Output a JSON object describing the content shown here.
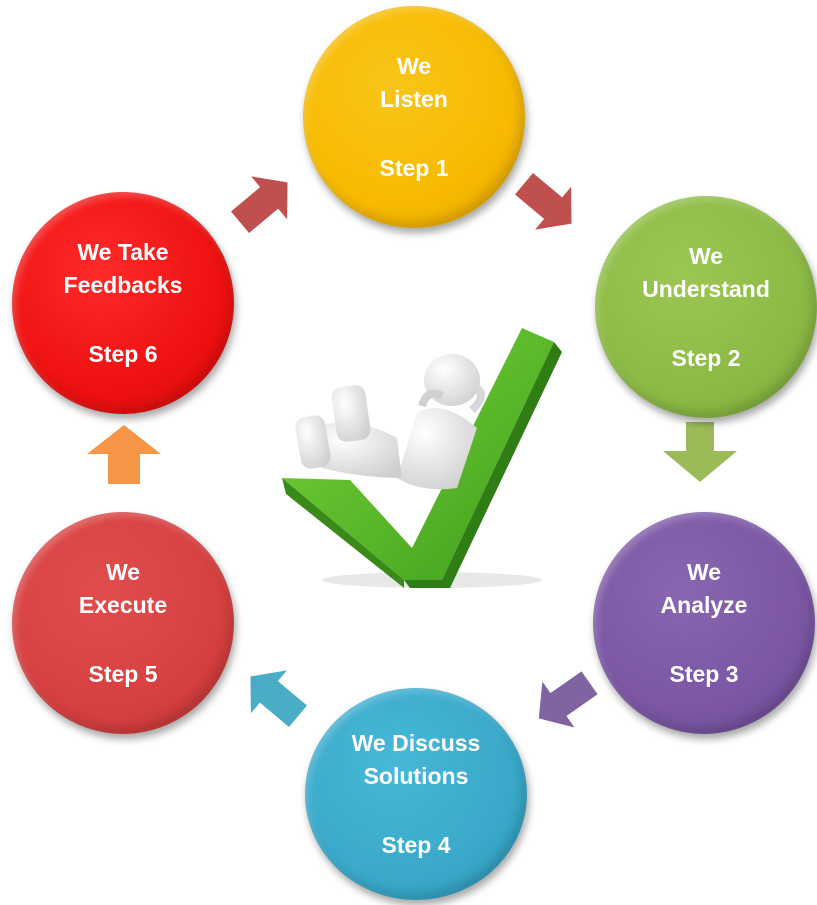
{
  "diagram": {
    "type": "cycle",
    "center_image": "person-relaxing-on-checkmark",
    "steps": [
      {
        "title": "We\nListen",
        "step": "Step 1",
        "color": "#F7BA00"
      },
      {
        "title": "We\nUnderstand",
        "step": "Step 2",
        "color": "#8CBA45"
      },
      {
        "title": "We\nAnalyze",
        "step": "Step 3",
        "color": "#7B57A4"
      },
      {
        "title": "We Discuss\nSolutions",
        "step": "Step 4",
        "color": "#3AA9CA"
      },
      {
        "title": "We\nExecute",
        "step": "Step 5",
        "color": "#D74040"
      },
      {
        "title": "We Take\nFeedbacks",
        "step": "Step 6",
        "color": "#EE1111"
      }
    ],
    "arrows": [
      {
        "from": "Step 6",
        "to": "Step 1",
        "color": "#C0504D"
      },
      {
        "from": "Step 1",
        "to": "Step 2",
        "color": "#C0504D"
      },
      {
        "from": "Step 2",
        "to": "Step 3",
        "color": "#9BBB59"
      },
      {
        "from": "Step 3",
        "to": "Step 4",
        "color": "#8064A2"
      },
      {
        "from": "Step 4",
        "to": "Step 5",
        "color": "#4BACC6"
      },
      {
        "from": "Step 5",
        "to": "Step 6",
        "color": "#F79646"
      }
    ]
  }
}
